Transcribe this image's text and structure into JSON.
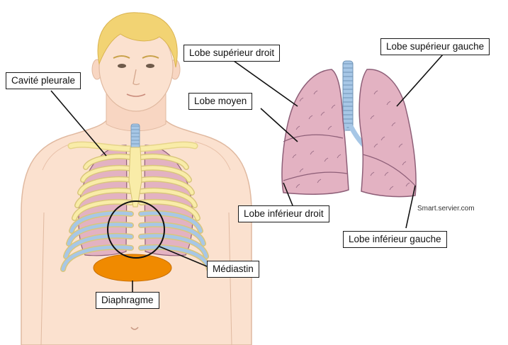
{
  "labels": {
    "cavite_pleurale": "Cavité pleurale",
    "lobe_superieur_droit": "Lobe supérieur droit",
    "lobe_superieur_gauche": "Lobe supérieur gauche",
    "lobe_moyen": "Lobe moyen",
    "lobe_inferieur_droit": "Lobe inférieur droit",
    "lobe_inferieur_gauche": "Lobe inférieur gauche",
    "mediastin": "Médiastin",
    "diaphragme": "Diaphragme"
  },
  "credit": "Smart.servier.com",
  "colors": {
    "skin": "#fbe1cf",
    "skin_outline": "#e0b9a0",
    "hair": "#f2d373",
    "lung_fill": "#e3b2c2",
    "lung_outline": "#8e5f78",
    "rib_cartilage": "#f9eca8",
    "rib_blue": "#a7c7e6",
    "diaphragm": "#f08a00",
    "trachea": "#a7c7e6"
  }
}
